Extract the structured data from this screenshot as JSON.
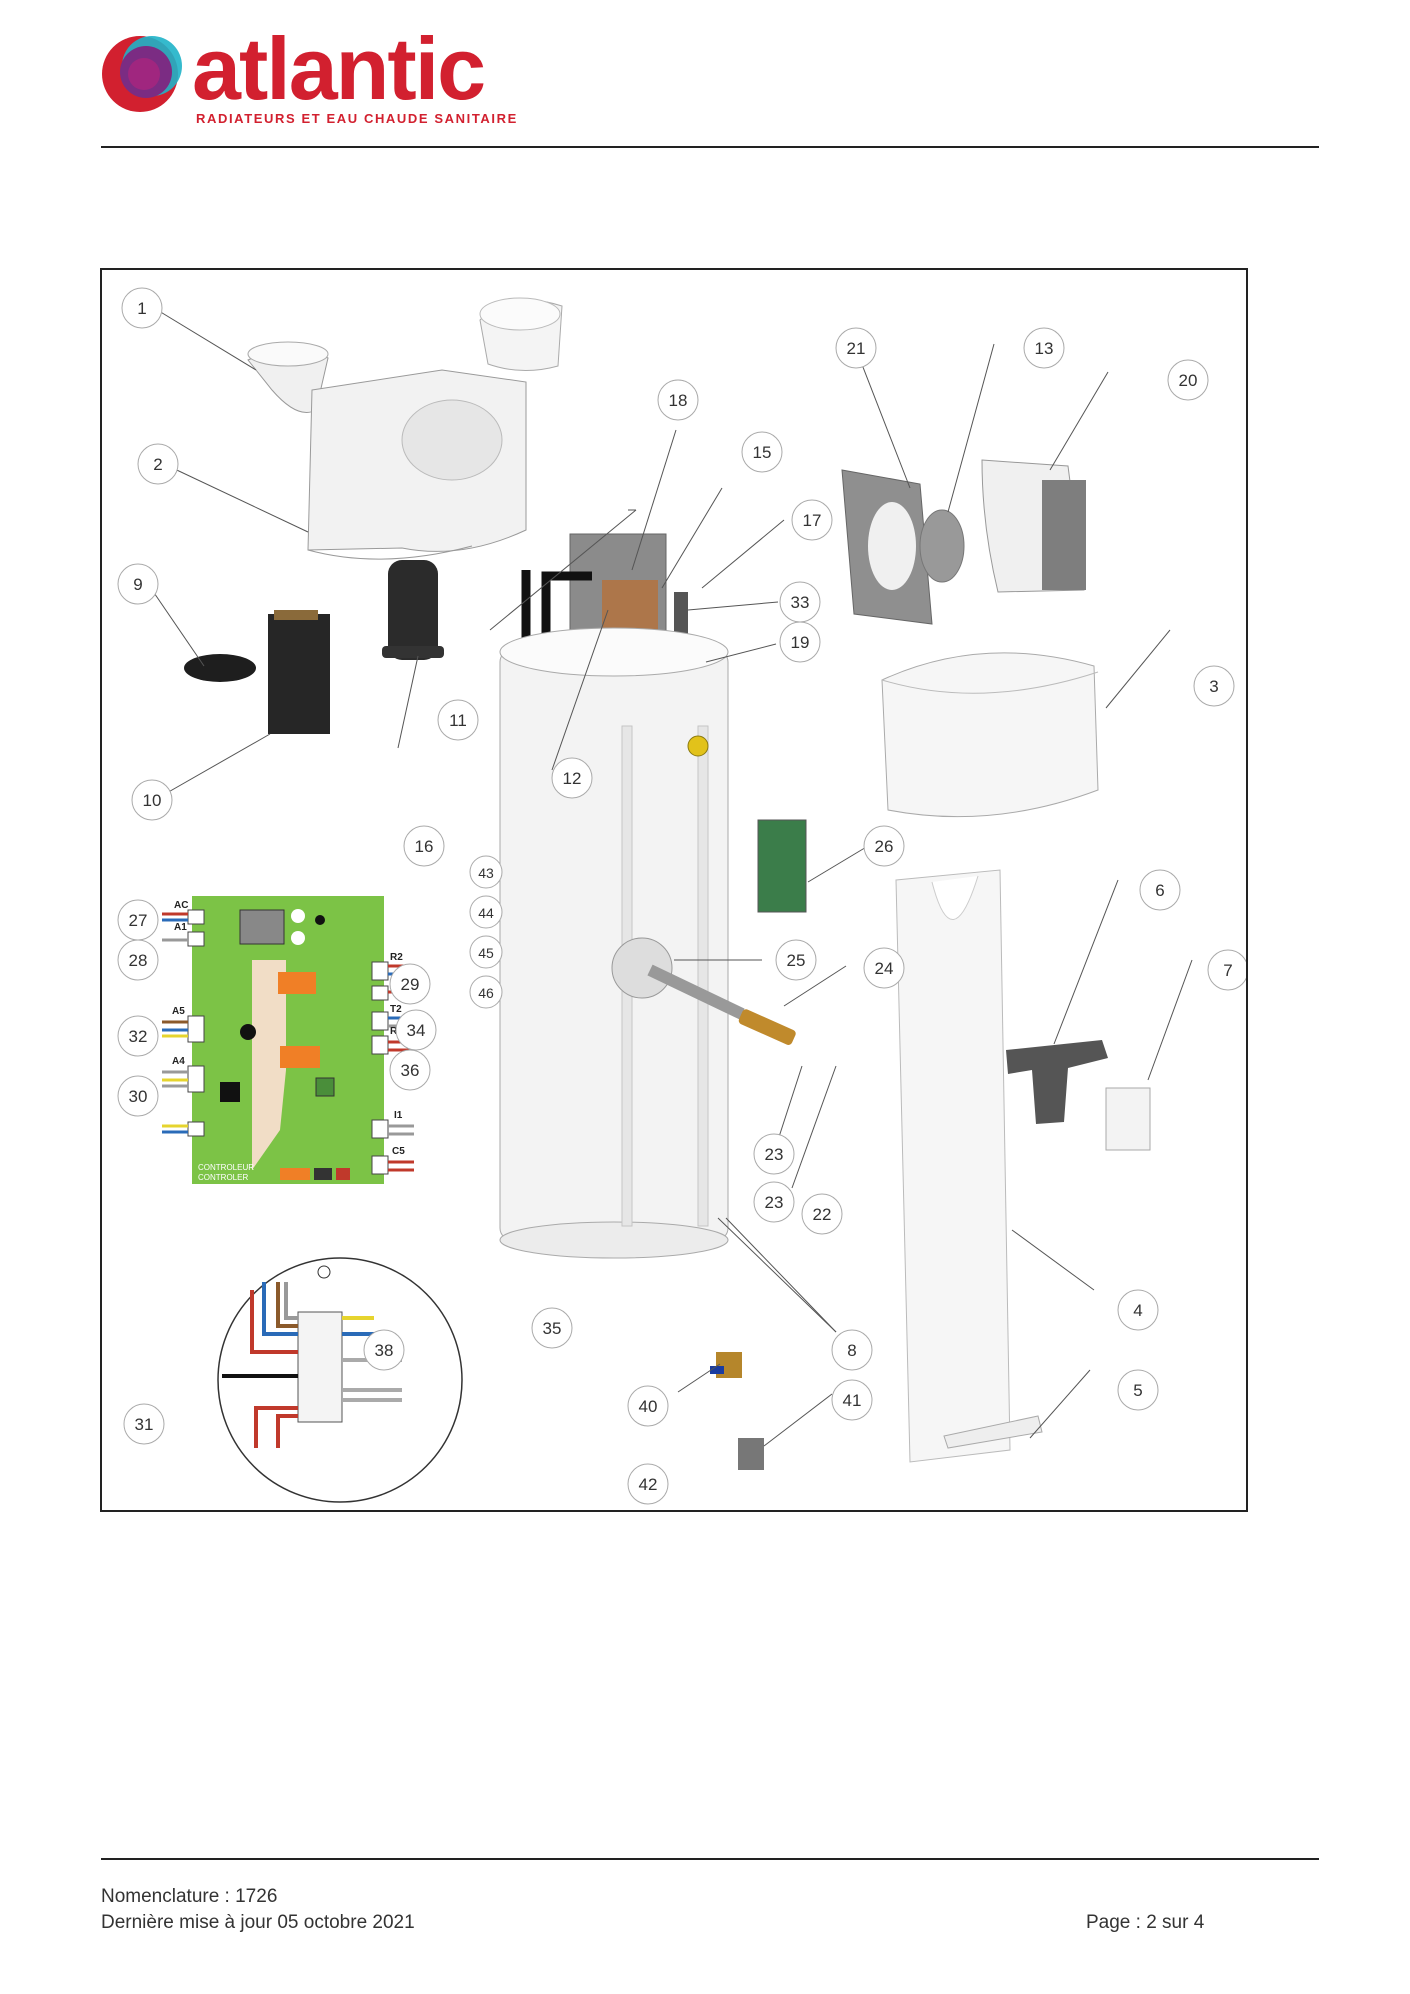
{
  "header": {
    "brand": "atlantic",
    "tagline": "RADIATEURS ET EAU CHAUDE SANITAIRE"
  },
  "diagram": {
    "callouts": [
      "1",
      "2",
      "3",
      "4",
      "5",
      "6",
      "7",
      "8",
      "9",
      "10",
      "11",
      "12",
      "13",
      "15",
      "16",
      "17",
      "18",
      "19",
      "20",
      "21",
      "22",
      "23",
      "23",
      "24",
      "25",
      "26",
      "27",
      "28",
      "29",
      "30",
      "31",
      "32",
      "33",
      "34",
      "35",
      "36",
      "38",
      "40",
      "41",
      "42",
      "43",
      "44",
      "45",
      "46"
    ],
    "controller": {
      "pins": [
        "AC",
        "A1",
        "R2",
        "A1",
        "T2",
        "R1",
        "A5",
        "A4",
        "I1",
        "C5"
      ],
      "label_line1": "CONTROLEUR",
      "label_line2": "CONTROLER"
    }
  },
  "footer": {
    "nomenclature": "Nomenclature : 1726",
    "updated": "Dernière mise à jour 05 octobre 2021",
    "page": "Page : 2 sur 4"
  }
}
